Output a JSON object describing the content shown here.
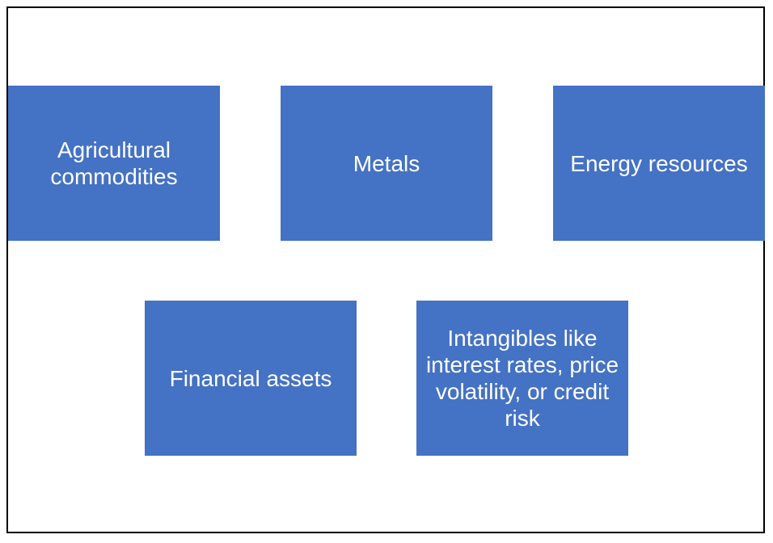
{
  "colors": {
    "box_fill": "#4472C4",
    "box_text": "#FFFFFF",
    "border": "#000000",
    "background": "#FFFFFF"
  },
  "boxes": [
    {
      "label": "Agricultural commodities"
    },
    {
      "label": "Metals"
    },
    {
      "label": "Energy resources"
    },
    {
      "label": "Financial assets"
    },
    {
      "label": "Intangibles like interest rates, price volatility, or credit risk"
    }
  ]
}
